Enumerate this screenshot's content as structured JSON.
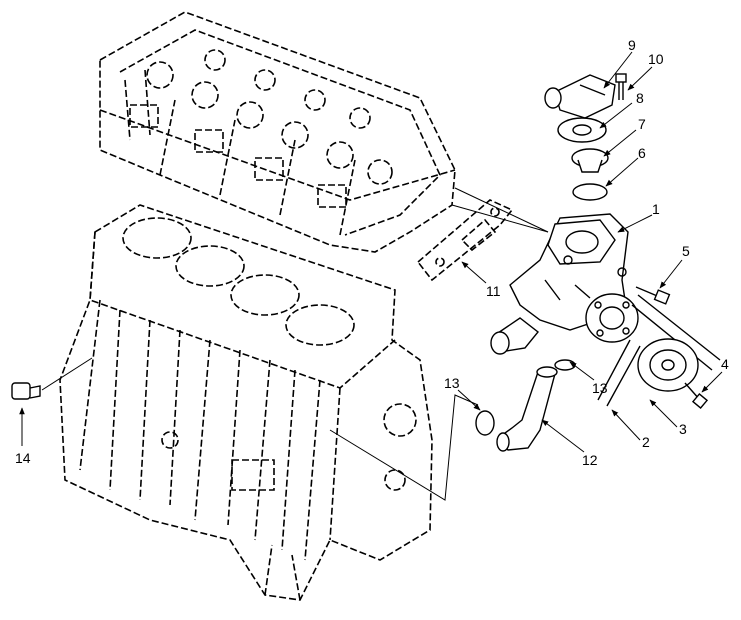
{
  "figure": {
    "callouts": [
      {
        "id": "c1",
        "text": "1"
      },
      {
        "id": "c2",
        "text": "2"
      },
      {
        "id": "c3",
        "text": "3"
      },
      {
        "id": "c4",
        "text": "4"
      },
      {
        "id": "c5",
        "text": "5"
      },
      {
        "id": "c6",
        "text": "6"
      },
      {
        "id": "c7",
        "text": "7"
      },
      {
        "id": "c8",
        "text": "8"
      },
      {
        "id": "c9",
        "text": "9"
      },
      {
        "id": "c10",
        "text": "10"
      },
      {
        "id": "c11",
        "text": "11"
      },
      {
        "id": "c12",
        "text": "12"
      },
      {
        "id": "c13a",
        "text": "13"
      },
      {
        "id": "c13b",
        "text": "13"
      },
      {
        "id": "c14",
        "text": "14"
      }
    ]
  }
}
